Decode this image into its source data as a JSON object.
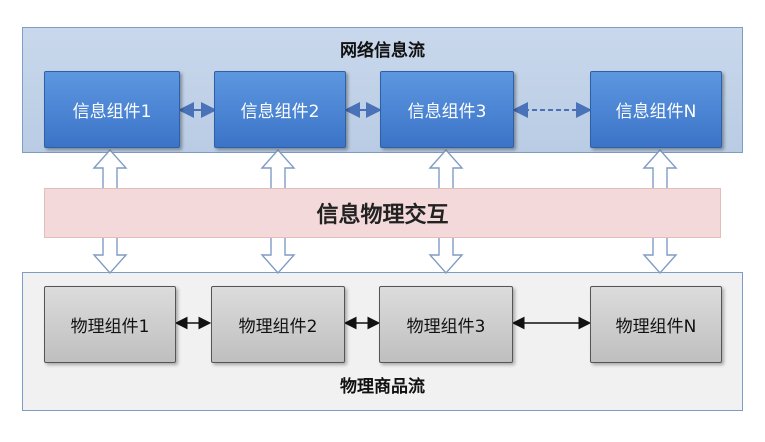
{
  "network_flow": {
    "title": "网络信息流",
    "components": [
      "信息组件1",
      "信息组件2",
      "信息组件3",
      "信息组件N"
    ]
  },
  "interaction": {
    "label": "信息物理交互"
  },
  "physical_flow": {
    "title": "物理商品流",
    "components": [
      "物理组件1",
      "物理组件2",
      "物理组件3",
      "物理组件N"
    ]
  },
  "colors": {
    "info_component": "#4a86d6",
    "physical_component": "#cfcfcf",
    "interaction_band": "#f3d9d9",
    "network_panel": "#c2d3ea",
    "physical_panel": "#f1f1f1",
    "dashed_arrow": "#4a72b8"
  }
}
